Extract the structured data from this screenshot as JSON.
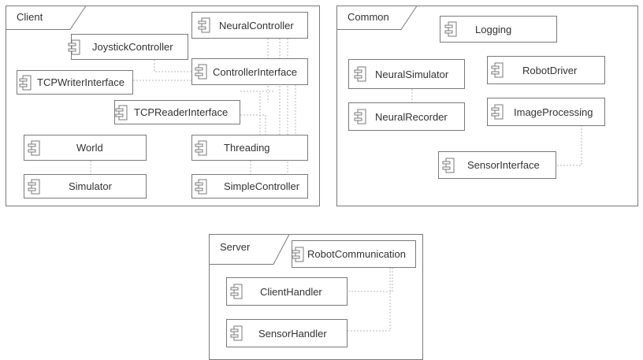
{
  "packages": {
    "client": "Client",
    "common": "Common",
    "server": "Server"
  },
  "components": {
    "neural_controller": "NeuralController",
    "joystick_controller": "JoystickController",
    "controller_interface": "ControllerInterface",
    "tcp_writer_interface": "TCPWriterInterface",
    "tcp_reader_interface": "TCPReaderInterface",
    "world": "World",
    "threading": "Threading",
    "simulator": "Simulator",
    "simple_controller": "SimpleController",
    "logging": "Logging",
    "neural_simulator": "NeuralSimulator",
    "robot_driver": "RobotDriver",
    "neural_recorder": "NeuralRecorder",
    "image_processing": "ImageProcessing",
    "sensor_interface": "SensorInterface",
    "robot_communication": "RobotCommunication",
    "client_handler": "ClientHandler",
    "sensor_handler": "SensorHandler"
  },
  "colors": {
    "line": "#7a7a7a",
    "dotted": "#b8b8b8"
  }
}
